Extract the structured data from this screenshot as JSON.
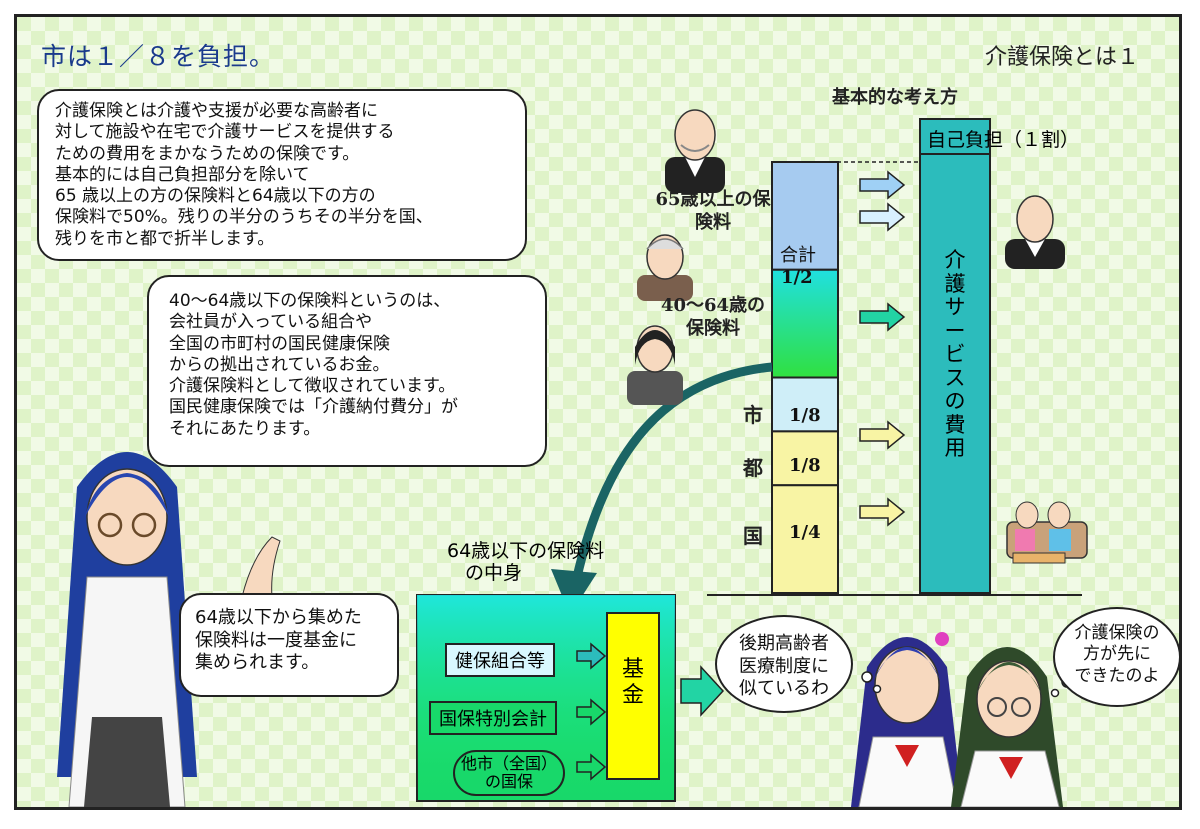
{
  "header": {
    "title": "市は１／８を負担。",
    "series": "介護保険とは１"
  },
  "bubbles": {
    "intro": [
      "介護保険とは介護や支援が必要な高齢者に",
      "対して施設や在宅で介護サービスを提供する",
      "ための費用をまかなうための保険です。",
      "基本的には自己負担部分を除いて",
      "65 歳以上の方の保険料と64歳以下の方の",
      "保険料で50%。残りの半分のうちその半分を国、",
      "残りを市と都で折半します。"
    ],
    "detail": [
      "40〜64歳以下の保険料というのは、",
      "会社員が入っている組合や",
      "全国の市町村の国民健康保険",
      "からの拠出されているお金。",
      "介護保険料として徴収されています。",
      "国民健康保険では「介護納付費分」が",
      "それにあたります。"
    ],
    "fund": [
      "64歳以下から集めた",
      "保険料は一度基金に",
      "集められます。"
    ],
    "girl1": [
      "後期高齢者",
      "医療制度に",
      "似ているわ"
    ],
    "girl2": [
      "介護保険の",
      "方が先に",
      "できたのよ"
    ]
  },
  "chart_data": {
    "type": "bar",
    "title": "基本的な考え方",
    "stack_label": "合計",
    "segments": [
      {
        "name": "65歳以上の保険料",
        "share": 0.25,
        "color": "#a6cbf0"
      },
      {
        "name": "40〜64歳の保険料",
        "share": 0.25,
        "label": "1/2",
        "color": "#22d4a4"
      },
      {
        "name": "市",
        "share": 0.125,
        "label": "1/8",
        "color": "#cfeef8"
      },
      {
        "name": "都",
        "share": 0.125,
        "label": "1/8",
        "color": "#f8f4a4"
      },
      {
        "name": "国",
        "share": 0.25,
        "label": "1/4",
        "color": "#f8f4a4"
      }
    ],
    "cost_bar": {
      "top_label": "自己負担（１割）",
      "vertical_label": "介護サービスの費用",
      "color": "#2cbcbc"
    }
  },
  "fund_diagram": {
    "caption_line1": "64歳以下の保険料",
    "caption_line2": "の中身",
    "sources": [
      "健保組合等",
      "国保特別会計",
      "他市（全国）の国保"
    ],
    "fund_label": "基金",
    "colors": {
      "box": "#18d86a",
      "fund": "#ffff00",
      "arrow": "#1a6464"
    }
  }
}
